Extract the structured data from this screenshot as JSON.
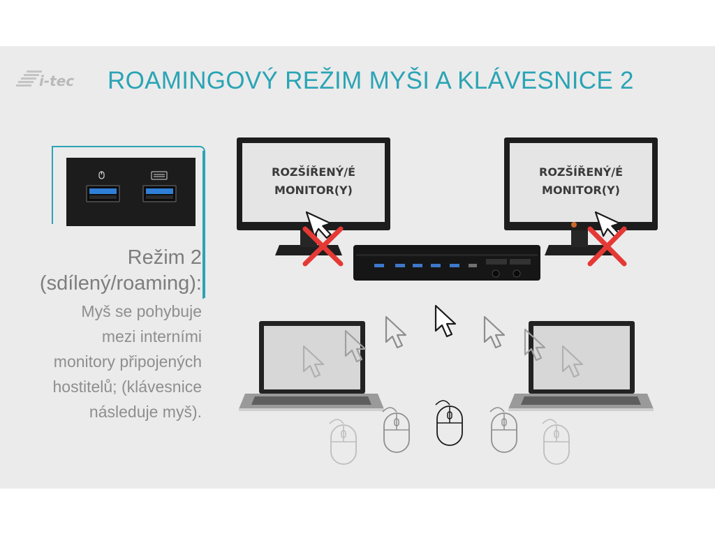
{
  "logo": {
    "text": "i-tec",
    "icon": "i-tec-logo-icon"
  },
  "title": "ROAMINGOVÝ REŽIM MYŠI A KLÁVESNICE 2",
  "mode": {
    "title_lines": [
      "Režim 2",
      "(sdílený/roaming):"
    ],
    "description_lines": [
      "Myš se pohybuje",
      "mezi interními",
      "monitory připojených",
      "hostitelů; (klávesnice",
      "následuje myš)."
    ]
  },
  "port_panel": {
    "icons": [
      "mouse-icon",
      "keyboard-icon"
    ]
  },
  "monitors": [
    {
      "label_lines": [
        "ROZŠÍŘENÝ/É",
        "MONITOR(Y)"
      ],
      "status": "disabled"
    },
    {
      "label_lines": [
        "ROZŠÍŘENÝ/É",
        "MONITOR(Y)"
      ],
      "status": "disabled"
    }
  ],
  "colors": {
    "accent": "#2aa4b5",
    "slide_background": "#ebebeb",
    "cross": "#e53935",
    "active_cursor": "#1a1a1a",
    "faded_cursor": "#a8a8a8"
  }
}
